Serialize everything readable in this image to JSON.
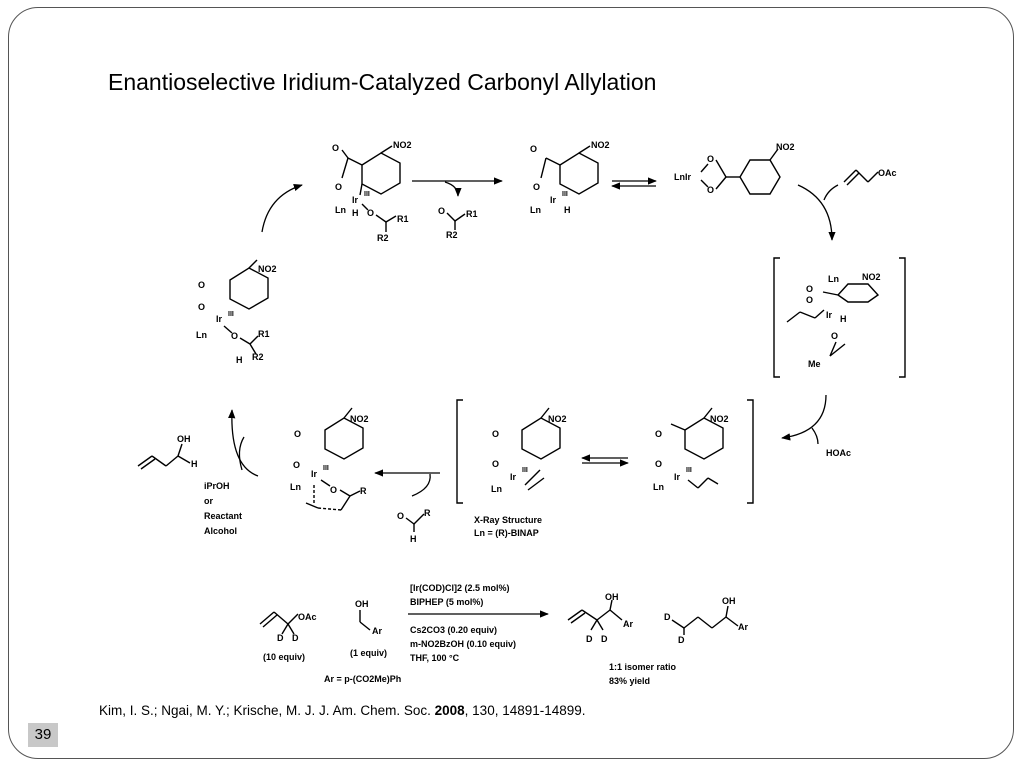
{
  "slide": {
    "title": "Enantioselective Iridium-Catalyzed Carbonyl Allylation",
    "page_number": "39"
  },
  "labels": {
    "no2": "NO2",
    "ir_iii": "Ir",
    "ln": "Ln",
    "lnir": "LnIr",
    "h": "H",
    "o": "O",
    "r1": "R1",
    "r2": "R2",
    "r": "R",
    "oac": "OAc",
    "me": "Me",
    "hoac": "HOAc",
    "oh": "OH",
    "d": "D",
    "ar": "Ar"
  },
  "cycle": {
    "hydrogen_donor": [
      "iPrOH",
      "or",
      "Reactant",
      "Alcohol"
    ],
    "xray_caption": "X-Ray Structure",
    "ligand_caption": "Ln = (R)-BINAP"
  },
  "equation": {
    "reagent_lines": [
      "[Ir(COD)Cl]2 (2.5 mol%)",
      "BIPHEP (5 mol%)",
      "Cs2CO3 (0.20 equiv)",
      "m-NO2BzOH (0.10 equiv)",
      "THF, 100 °C"
    ],
    "equiv_10": "(10 equiv)",
    "equiv_1": "(1 equiv)",
    "ar_def": "Ar = p-(CO2Me)Ph",
    "ratio": "1:1 isomer ratio",
    "yield": "83% yield"
  },
  "citation": {
    "authors": "Kim, I. S.; Ngai, M. Y.; Krische, M. J. J. Am. Chem. Soc.",
    "year": "2008",
    "pages": ", 130, 14891-14899."
  }
}
